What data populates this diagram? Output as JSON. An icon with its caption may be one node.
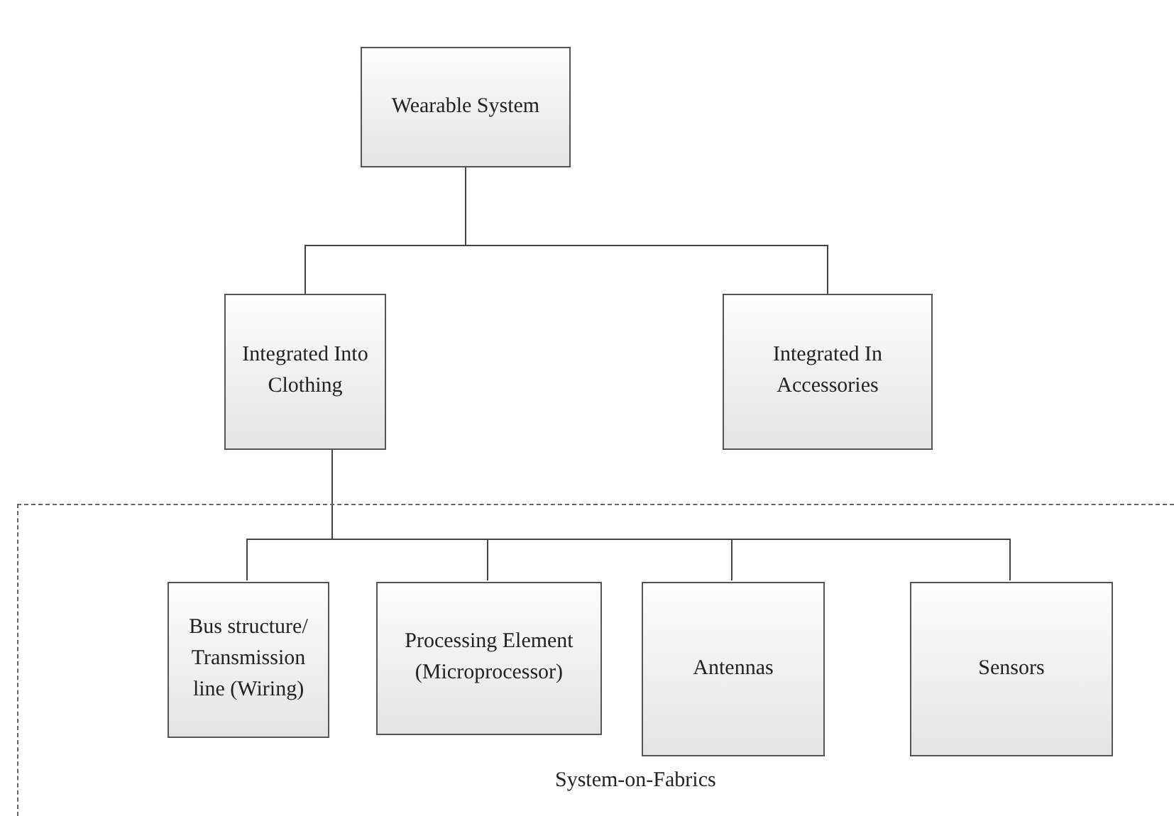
{
  "diagram": {
    "nodes": [
      {
        "text": [
          "Wearable System"
        ]
      },
      {
        "text": [
          "Integrated Into Clothing"
        ]
      },
      {
        "text": [
          "Integrated In Accessories"
        ]
      },
      {
        "text": [
          "System-on-Fabrics"
        ]
      },
      {
        "text": [
          "Bus structure/ Transmission line (Wiring)"
        ],
        "in": 3
      },
      {
        "text": [
          "Processing Element (Microprocessor)"
        ],
        "in": 3
      },
      {
        "text": [
          "Antennas"
        ],
        "in": 3
      },
      {
        "text": [
          "Sensors"
        ],
        "in": 3
      }
    ],
    "edges": [
      {
        "from": 0,
        "to": 1,
        "arrow": "none"
      },
      {
        "from": 0,
        "to": 2,
        "arrow": "none"
      },
      {
        "from": 1,
        "to": 4,
        "arrow": "none"
      },
      {
        "from": 1,
        "to": 5,
        "arrow": "none"
      },
      {
        "from": 1,
        "to": 6,
        "arrow": "none"
      },
      {
        "from": 1,
        "to": 7,
        "arrow": "none"
      }
    ]
  }
}
